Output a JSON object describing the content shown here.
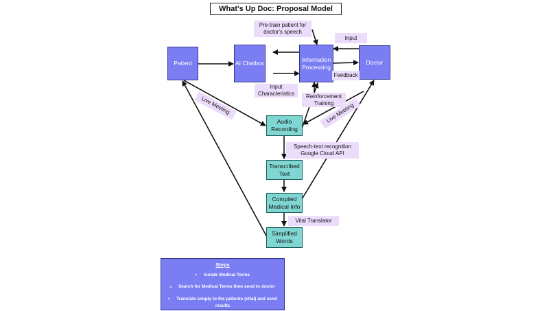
{
  "title": "What's Up Doc: Proposal Model",
  "nodes": {
    "patient": "Patient",
    "ai_chatbox": "AI Chatbox",
    "info_processing": "Information Processing",
    "doctor": "Doctor",
    "audio_recording": "Audio Recording",
    "transcribed_text": "Transcribed Text",
    "compiled_medical_info": "Compiled Medical Info",
    "simplified_words": "Simplified Words"
  },
  "labels": {
    "pretrain": "Pre-train patient for doctor's speech",
    "input": "Input",
    "feedback": "Feedback",
    "input_characteristics": "Input Characteristics",
    "reinforcement_training": "Reinforcement Training",
    "live_meeting_left": "Live Meeting",
    "live_meeting_right": "Live Meeting",
    "speech_text": "Speech-text recognition Google Cloud API",
    "vital_translator": "Vital Translator"
  },
  "steps": {
    "heading": "Steps",
    "items": [
      "Isolate Medical Terms",
      "Search for Medical Terms then send to doctor",
      "Translate simply to the patients (vital) and send results"
    ]
  },
  "colors": {
    "node_blue": "#7b7ef3",
    "node_teal": "#7fd6d2",
    "label_bg": "#ecdcfb"
  }
}
